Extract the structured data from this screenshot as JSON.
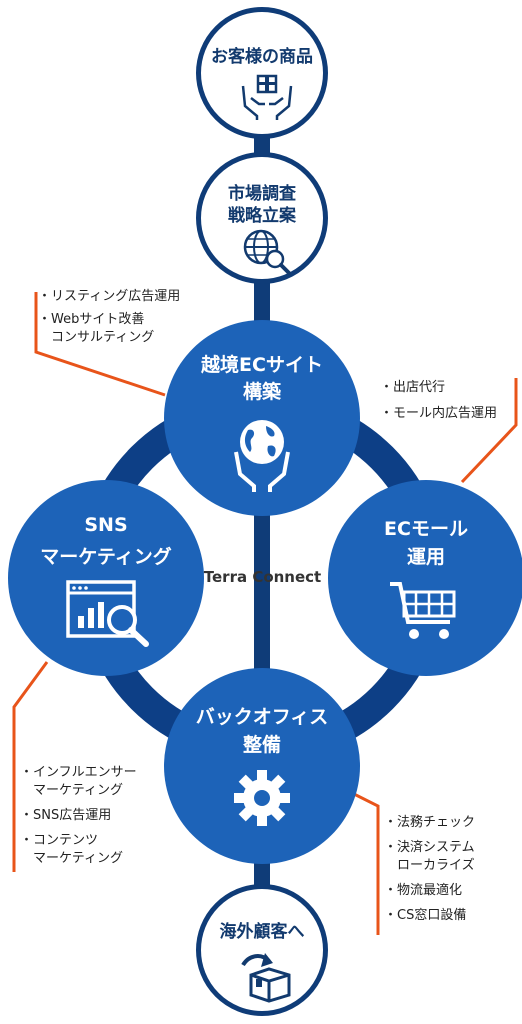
{
  "top_nodes": {
    "products": {
      "title": "お客様の商品",
      "icon": "hands-box-icon"
    },
    "research": {
      "title_line1": "市場調査",
      "title_line2": "戦略立案",
      "icon": "globe-search-icon"
    }
  },
  "cycle": {
    "center_label": "Terra Connect",
    "site": {
      "title_line1": "越境ECサイト",
      "title_line2": "構築",
      "icon": "globe-hands-icon"
    },
    "mall": {
      "title_line1": "ECモール",
      "title_line2": "運用",
      "icon": "cart-icon"
    },
    "sns": {
      "title_line1": "SNS",
      "title_line2": "マーケティング",
      "icon": "analytics-window-icon"
    },
    "backoffice": {
      "title_line1": "バックオフィス",
      "title_line2": "整備",
      "icon": "gear-icon"
    }
  },
  "bottom_node": {
    "title": "海外顧客へ",
    "icon": "box-arrow-icon"
  },
  "notes": {
    "site": {
      "items": [
        "リスティング広告運用",
        "Webサイト改善",
        "コンサルティング"
      ]
    },
    "mall": {
      "items": [
        "出店代行",
        "モール内広告運用"
      ]
    },
    "sns": {
      "items": [
        "インフルエンサー",
        "マーケティング",
        "SNS広告運用",
        "コンテンツ",
        "マーケティング"
      ]
    },
    "backoffice": {
      "items": [
        "法務チェック",
        "決済システム",
        "ローカライズ",
        "物流最適化",
        "CS窓口設備"
      ]
    },
    "bullet": "・"
  },
  "colors": {
    "dark_navy": "#0f3c78",
    "ring": "#0d3f86",
    "node_blue": "#1d63b8",
    "accent_orange": "#e8541a"
  }
}
